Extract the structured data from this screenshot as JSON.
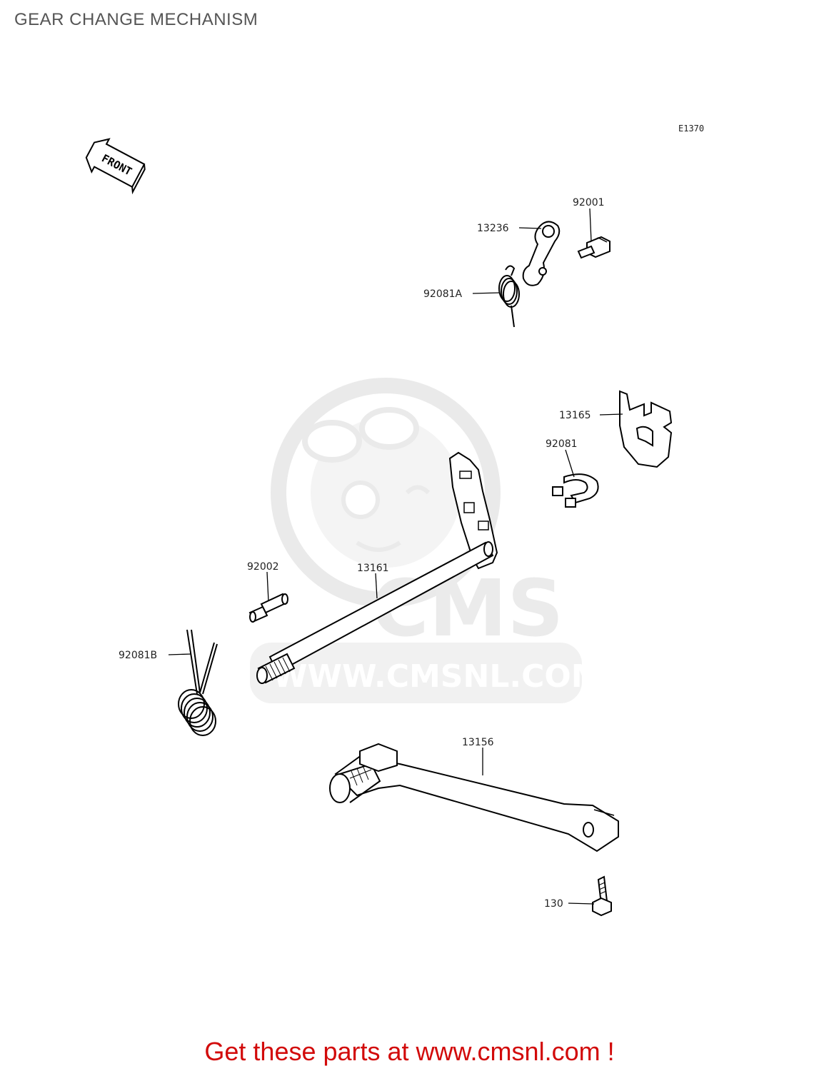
{
  "title": "GEAR CHANGE MECHANISM",
  "diagram_code": "E1370",
  "front_label": "FRONT",
  "watermark": "WWW.CMSNL.COM",
  "watermark_logo_text": "CMS",
  "callouts": {
    "p92001": "92001",
    "p13236": "13236",
    "p92081A": "92081A",
    "p13165": "13165",
    "p92081": "92081",
    "p92002": "92002",
    "p13161": "13161",
    "p92081B": "92081B",
    "p13156": "13156",
    "p130": "130"
  },
  "footer": "Get these parts at www.cmsnl.com !",
  "colors": {
    "footer": "#d20a0a",
    "title": "#555555",
    "watermark": "#e4e4e4"
  }
}
